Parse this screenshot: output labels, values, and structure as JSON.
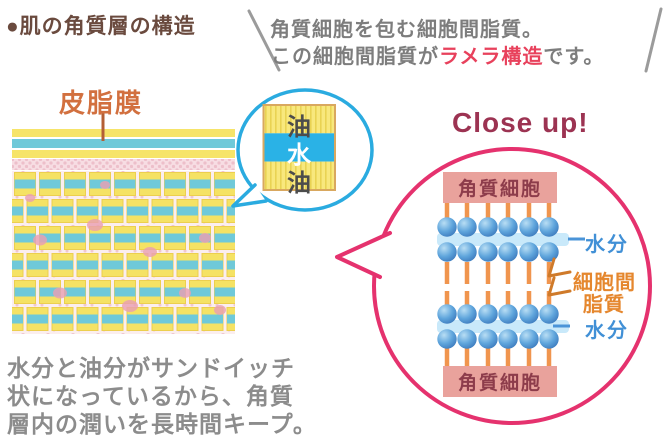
{
  "title": "●肌の角質層の構造",
  "callout_top": {
    "line1": "角質細胞を包む細胞間脂質。",
    "line2_pre": "この細胞間脂質が",
    "line2_highlight": "ラメラ構造",
    "line2_post": "です。"
  },
  "skin_diagram": {
    "sebum_label": "皮脂膜",
    "bubble": {
      "top": "油",
      "middle": "水",
      "bottom": "油"
    },
    "caption_line1": "水分と油分がサンドイッチ",
    "caption_line2": "状になっているから、角質",
    "caption_line3": "層内の潤いを長時間キープ。"
  },
  "closeup": {
    "heading": "Close up!",
    "corneocyte_top": "角質細胞",
    "corneocyte_bottom": "角質細胞",
    "moisture_top": "水分",
    "moisture_bottom": "水分",
    "lipid_line1": "細胞間",
    "lipid_line2": "脂質"
  },
  "colors": {
    "title_brown": "#6a4a3e",
    "callout_gray": "#7d7d7d",
    "highlight_red": "#e8415c",
    "sebum_orange": "#d2703f",
    "cyan_bubble_border": "#2aabe0",
    "water_band_cyan": "#2ab2e6",
    "closeup_circle_pink": "#e5326e",
    "closeup_heading_maroon": "#9c3352",
    "corneocyte_pink": "#e9a29c",
    "corneocyte_text": "#8d3c4b",
    "moisture_blue": "#4190d6",
    "lipid_orange": "#e5872e",
    "ball_blue": "#4a8fd0",
    "stick_orange": "#f0954e",
    "brick_yellow": "#f5e264",
    "brick_cyan": "#6fc9d9",
    "caption_gray": "#8c8c8c"
  }
}
